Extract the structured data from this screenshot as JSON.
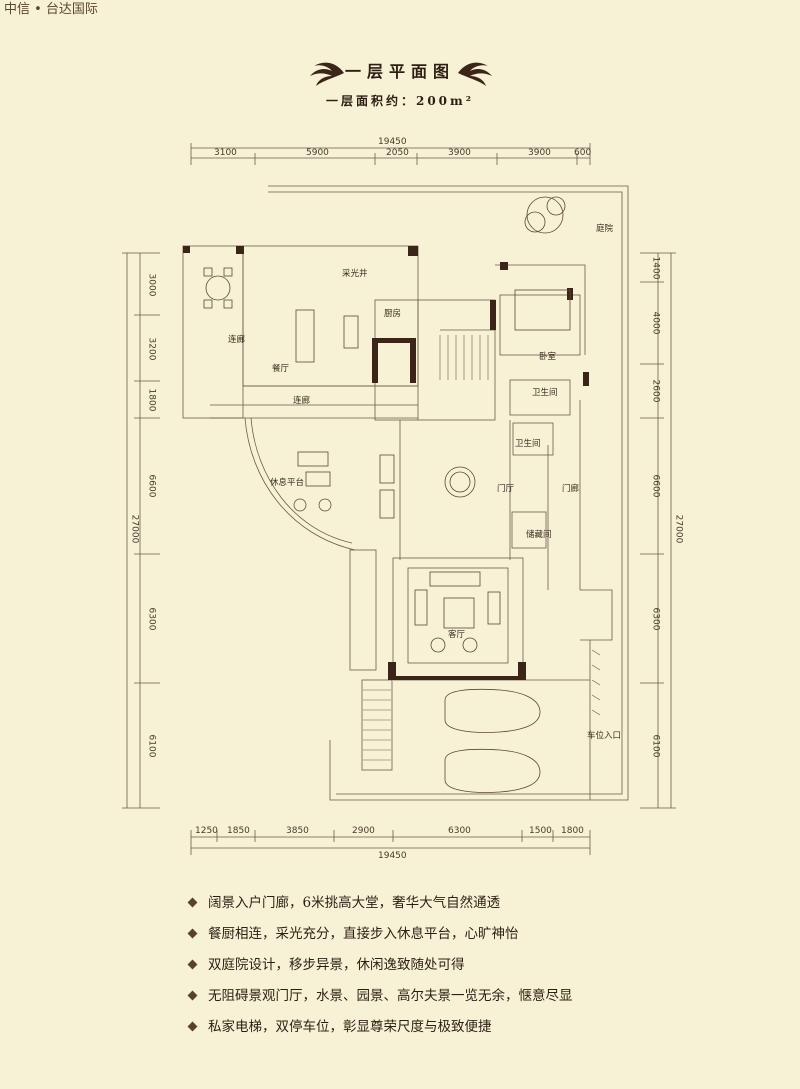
{
  "brand": "中信 • 台达国际",
  "title": "一层平面图",
  "subtitle": "一层面积约：200m²",
  "dimensions": {
    "top_total": "19450",
    "top": [
      "3100",
      "5900",
      "2050",
      "3900",
      "3900",
      "600"
    ],
    "bottom_total": "19450",
    "bottom": [
      "1250",
      "1850",
      "3850",
      "2900",
      "6300",
      "1500",
      "1800"
    ],
    "left_total": "27000",
    "left": [
      "3000",
      "3200",
      "1800",
      "6600",
      "6300",
      "6100"
    ],
    "right_total": "27000",
    "right": [
      "1400",
      "4000",
      "2600",
      "6600",
      "6300",
      "6100"
    ]
  },
  "rooms": {
    "courtyard": "庭院",
    "skylight": "采光井",
    "kitchen": "厨房",
    "corridor_v": "连廊",
    "dining": "餐厅",
    "corridor_h": "连廊",
    "bedroom": "卧室",
    "bathroom1": "卫生间",
    "bathroom2": "卫生间",
    "rest_platform": "休息平台",
    "foyer": "门厅",
    "porch": "门廊",
    "storage": "储藏间",
    "living": "客厅",
    "parking_entrance": "车位入口"
  },
  "features": [
    "阔景入户门廊，6米挑高大堂，奢华大气自然通透",
    "餐厨相连，采光充分，直接步入休息平台，心旷神怡",
    "双庭院设计，移步异景，休闲逸致随处可得",
    "无阻碍景观门厅，水景、园景、高尔夫景一览无余，惬意尽显",
    "私家电梯，双停车位，彰显尊荣尺度与极致便捷"
  ],
  "colors": {
    "background": "#f7f2d5",
    "wall": "#3b2418",
    "line": "#6b5a4a"
  }
}
